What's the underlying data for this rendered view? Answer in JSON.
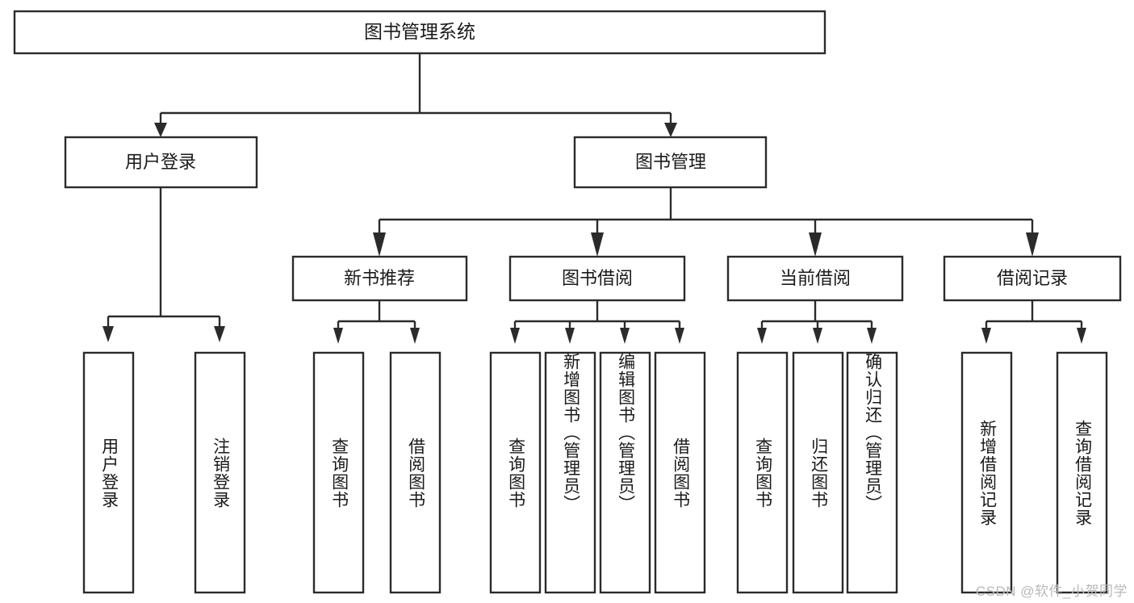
{
  "diagram": {
    "type": "tree",
    "title": "图书管理系统",
    "watermark": "CSDN @软件_小贺同学",
    "colors": {
      "stroke": "#2b2b2b",
      "fill": "#ffffff",
      "text": "#1a1a1a",
      "watermark": "#b9b9b9",
      "background": "#ffffff"
    },
    "levels": {
      "root": {
        "label": "图书管理系统"
      },
      "level2": [
        {
          "label": "用户登录"
        },
        {
          "label": "图书管理"
        }
      ],
      "level3": [
        {
          "label": "新书推荐"
        },
        {
          "label": "图书借阅"
        },
        {
          "label": "当前借阅"
        },
        {
          "label": "借阅记录"
        }
      ],
      "leaves": [
        {
          "label": "用户登录",
          "parent": "用户登录"
        },
        {
          "label": "注销登录",
          "parent": "用户登录"
        },
        {
          "label": "查询图书",
          "parent": "新书推荐"
        },
        {
          "label": "借阅图书",
          "parent": "新书推荐"
        },
        {
          "label": "查询图书",
          "parent": "图书借阅"
        },
        {
          "label": "新增图书（管理员）",
          "parent": "图书借阅"
        },
        {
          "label": "编辑图书（管理员）",
          "parent": "图书借阅"
        },
        {
          "label": "借阅图书",
          "parent": "图书借阅"
        },
        {
          "label": "查询图书",
          "parent": "当前借阅"
        },
        {
          "label": "归还图书",
          "parent": "当前借阅"
        },
        {
          "label": "确认归还（管理员）",
          "parent": "当前借阅"
        },
        {
          "label": "新增借阅记录",
          "parent": "借阅记录"
        },
        {
          "label": "查询借阅记录",
          "parent": "借阅记录"
        }
      ]
    }
  }
}
